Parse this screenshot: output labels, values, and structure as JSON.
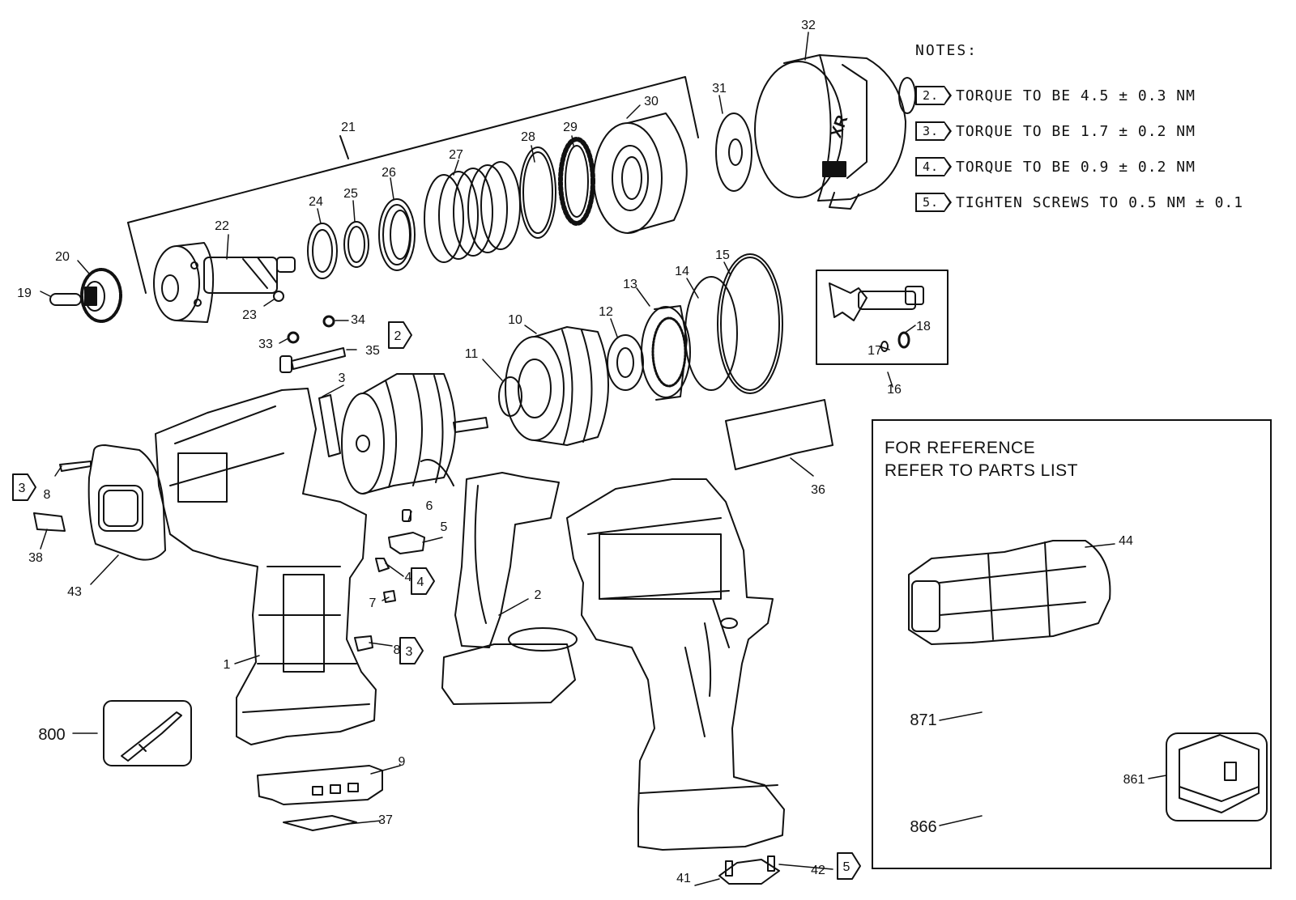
{
  "notes": {
    "title": "NOTES:",
    "items": [
      {
        "flag": "2.",
        "text": "TORQUE TO BE 4.5 ± 0.3 NM"
      },
      {
        "flag": "3.",
        "text": "TORQUE TO BE 1.7 ± 0.2 NM"
      },
      {
        "flag": "4.",
        "text": "TORQUE TO BE 0.9 ± 0.2 NM"
      },
      {
        "flag": "5.",
        "text": "TIGHTEN SCREWS TO 0.5 NM  ± 0.1"
      }
    ]
  },
  "reference": {
    "line1": "FOR REFERENCE",
    "line2": "REFER TO PARTS LIST"
  },
  "callouts": {
    "c1": "1",
    "c2": "2",
    "c3": "3",
    "c4": "4",
    "c5": "5",
    "c6": "6",
    "c7": "7",
    "c8a": "8",
    "c8b": "8",
    "c9": "9",
    "c10": "10",
    "c11": "11",
    "c12": "12",
    "c13": "13",
    "c14": "14",
    "c15": "15",
    "c16": "16",
    "c17": "17",
    "c18": "18",
    "c19": "19",
    "c20": "20",
    "c21": "21",
    "c22": "22",
    "c23": "23",
    "c24": "24",
    "c25": "25",
    "c26": "26",
    "c27": "27",
    "c28": "28",
    "c29": "29",
    "c30": "30",
    "c31": "31",
    "c32": "32",
    "c33": "33",
    "c34": "34",
    "c35": "35",
    "c36": "36",
    "c37": "37",
    "c38": "38",
    "c41": "41",
    "c42": "42",
    "c43": "43",
    "c44": "44",
    "c800": "800",
    "c861": "861",
    "c866": "866",
    "c871": "871"
  },
  "flags": {
    "f2": "2",
    "f3a": "3",
    "f3b": "3",
    "f4": "4",
    "f5": "5"
  },
  "logo_text": "XR"
}
